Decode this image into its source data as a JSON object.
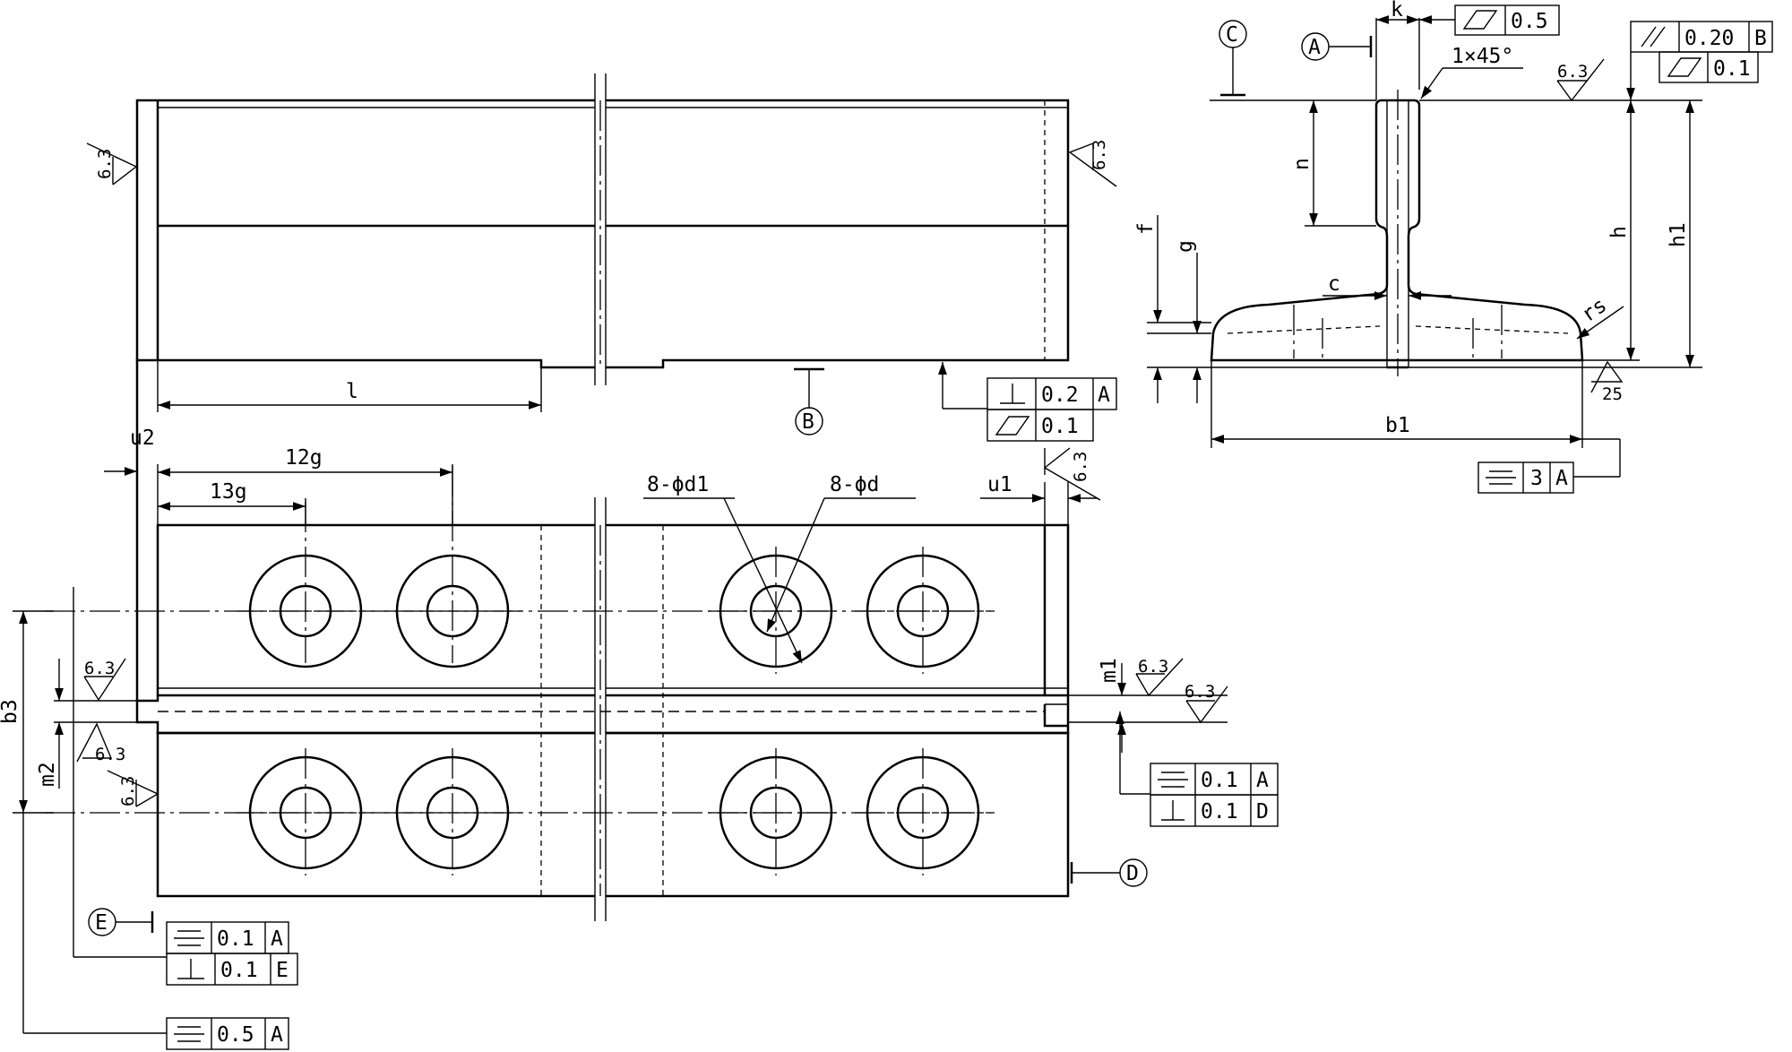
{
  "top_view": {
    "dims": {
      "l": "l"
    },
    "datum_b": "B",
    "roughness_left": "6.3",
    "roughness_right": "6.3",
    "fcf_perp": {
      "tol": "0.2",
      "ref": "A"
    },
    "fcf_flat": {
      "tol": "0.1"
    }
  },
  "plan_view": {
    "dims": {
      "u2": "u2",
      "g12": "12g",
      "g13": "13g",
      "u1": "u1",
      "d1": "8-ϕd1",
      "d": "8-ϕd",
      "m1": "m1",
      "m2": "m2",
      "b3": "b3"
    },
    "roughness_top_right": "6.3",
    "roughness_left_upper": "6.3",
    "roughness_left_lower": "6.3",
    "roughness_left_side": "6.3",
    "roughness_right_a": "6.3",
    "roughness_right_b": "6.3",
    "datum_d": "D",
    "datum_e": "E",
    "fcf_right_sym": {
      "tol": "0.1",
      "ref": "A"
    },
    "fcf_right_perp": {
      "tol": "0.1",
      "ref": "D"
    },
    "fcf_left_sym": {
      "tol": "0.1",
      "ref": "A"
    },
    "fcf_left_perp": {
      "tol": "0.1",
      "ref": "E"
    },
    "fcf_bottom_sym": {
      "tol": "0.5",
      "ref": "A"
    }
  },
  "section_view": {
    "dims": {
      "k": "k",
      "chamfer": "1×45°",
      "n": "n",
      "f": "f",
      "g": "g",
      "c": "c",
      "h": "h",
      "h1": "h1",
      "rs": "rs",
      "b1": "b1"
    },
    "datum_a": "A",
    "datum_c": "C",
    "fcf_flat_top": {
      "tol": "0.5"
    },
    "fcf_parallel": {
      "tol": "0.20",
      "ref": "B"
    },
    "fcf_flat_right": {
      "tol": "0.1"
    },
    "roughness_top": "6.3",
    "roughness_bottom": "25",
    "fcf_sym": {
      "tol": "3",
      "ref": "A"
    }
  }
}
